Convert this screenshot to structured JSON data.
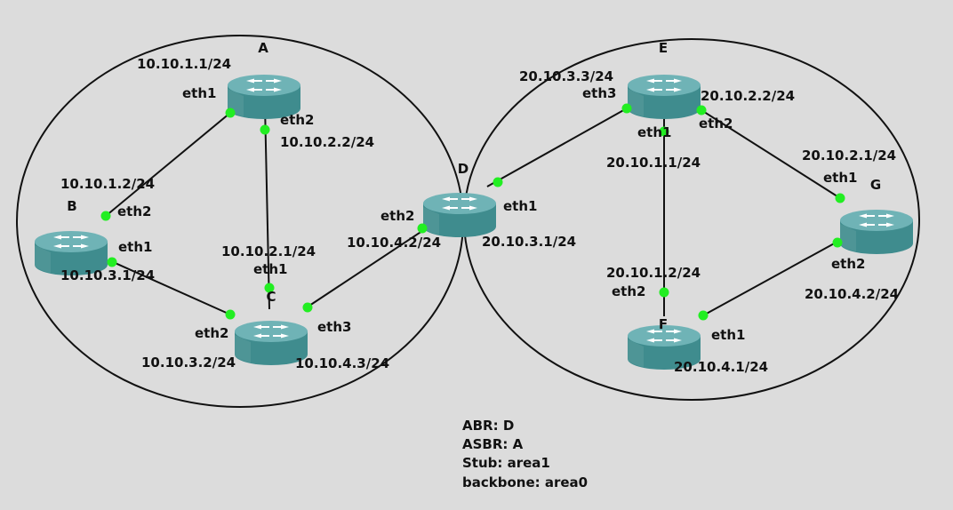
{
  "colors": {
    "background": "#dcdcdc",
    "router_top": "#6fb3b6",
    "router_side": "#3f8c8e",
    "port": "#22ee22",
    "link": "#111111"
  },
  "icons": {
    "router": "router-icon",
    "port": "interface-port-icon"
  },
  "routers": [
    {
      "id": "A",
      "label": "A"
    },
    {
      "id": "B",
      "label": "B"
    },
    {
      "id": "C",
      "label": "C"
    },
    {
      "id": "D",
      "label": "D"
    },
    {
      "id": "E",
      "label": "E"
    },
    {
      "id": "F",
      "label": "F"
    },
    {
      "id": "G",
      "label": "G"
    }
  ],
  "links": [
    {
      "from": "A",
      "to": "B"
    },
    {
      "from": "A",
      "to": "C"
    },
    {
      "from": "B",
      "to": "C"
    },
    {
      "from": "C",
      "to": "D"
    },
    {
      "from": "D",
      "to": "E"
    },
    {
      "from": "E",
      "to": "F"
    },
    {
      "from": "E",
      "to": "G"
    },
    {
      "from": "F",
      "to": "G"
    }
  ],
  "labels": {
    "a_ip1": "10.10.1.1/24",
    "a_eth1": "eth1",
    "a_eth2": "eth2",
    "a_ip2": "10.10.2.2/24",
    "b_ip2": "10.10.1.2/24",
    "b_eth2": "eth2",
    "b_eth1": "eth1",
    "b_ip1": "10.10.3.1/24",
    "c_ip1": "10.10.2.1/24",
    "c_eth1": "eth1",
    "c_eth2": "eth2",
    "c_eth3": "eth3",
    "c_ip2": "10.10.3.2/24",
    "c_ip3": "10.10.4.3/24",
    "d_eth2": "eth2",
    "d_ip2": "10.10.4.2/24",
    "d_eth1": "eth1",
    "d_ip1": "20.10.3.1/24",
    "e_ip3": "20.10.3.3/24",
    "e_eth3": "eth3",
    "e_ip2": "20.10.2.2/24",
    "e_eth1": "eth1",
    "e_eth2": "eth2",
    "e_ip1": "20.10.1.1/24",
    "g_ip1": "20.10.2.1/24",
    "g_eth1": "eth1",
    "g_eth2": "eth2",
    "g_ip2": "20.10.4.2/24",
    "f_ip2": "20.10.1.2/24",
    "f_eth2": "eth2",
    "f_eth1": "eth1",
    "f_ip1": "20.10.4.1/24"
  },
  "legend": {
    "abr": "ABR: D",
    "asbr": "ASBR: A",
    "stub": "Stub: area1",
    "backbone": "backbone: area0"
  }
}
